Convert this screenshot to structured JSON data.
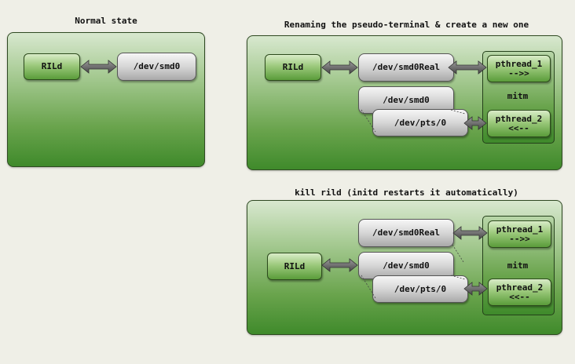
{
  "diagram1": {
    "title": "Normal state",
    "rild": "RILd",
    "smd0": "/dev/smd0"
  },
  "diagram2": {
    "title": "Renaming the pseudo-terminal & create a new one",
    "rild": "RILd",
    "smd0real": "/dev/smd0Real",
    "smd0": "/dev/smd0",
    "pts": "/dev/pts/0",
    "pthread1": "pthread_1\n-->>",
    "pthread2": "pthread_2\n<<--",
    "mitm": "mitm"
  },
  "diagram3": {
    "title": "kill rild (initd restarts it automatically)",
    "rild": "RILd",
    "smd0real": "/dev/smd0Real",
    "smd0": "/dev/smd0",
    "pts": "/dev/pts/0",
    "pthread1": "pthread_1\n-->>",
    "pthread2": "pthread_2\n<<--",
    "mitm": "mitm"
  },
  "colors": {
    "panel_green": "#4f9437",
    "box_grey": "#c8c8c8",
    "arrow_grey": "#6a6a6a"
  }
}
